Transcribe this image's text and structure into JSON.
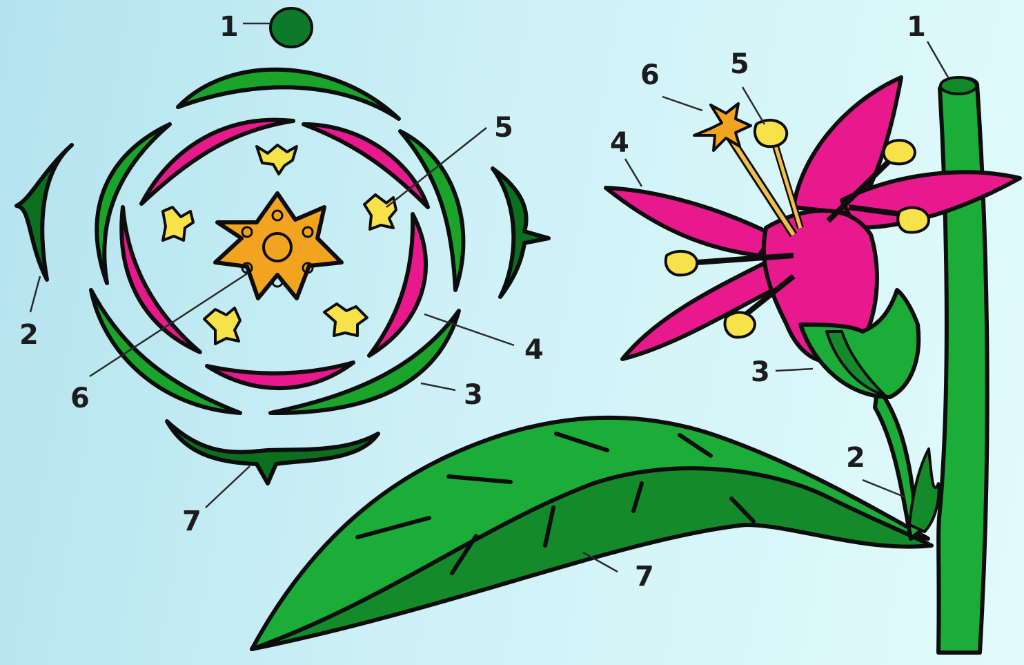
{
  "colors": {
    "sepal": "#1aa52a",
    "sepal_dark": "#0c6f1e",
    "petal": "#e8198c",
    "anther": "#f7e24a",
    "ovary": "#f2a31f",
    "stem": "#1cac38",
    "outline": "#0d0d0d"
  },
  "floral_diagram": {
    "labels": [
      {
        "id": "axis",
        "text": "1"
      },
      {
        "id": "bract",
        "text": "2"
      },
      {
        "id": "sepal",
        "text": "3"
      },
      {
        "id": "petal",
        "text": "4"
      },
      {
        "id": "stamen",
        "text": "5"
      },
      {
        "id": "pistil",
        "text": "6"
      },
      {
        "id": "subtending-leaf",
        "text": "7"
      }
    ]
  },
  "flower_illustration": {
    "labels": [
      {
        "id": "axis",
        "text": "1"
      },
      {
        "id": "bract",
        "text": "2"
      },
      {
        "id": "sepal",
        "text": "3"
      },
      {
        "id": "petal",
        "text": "4"
      },
      {
        "id": "stamen",
        "text": "5"
      },
      {
        "id": "pistil",
        "text": "6"
      },
      {
        "id": "leaf",
        "text": "7"
      }
    ]
  }
}
